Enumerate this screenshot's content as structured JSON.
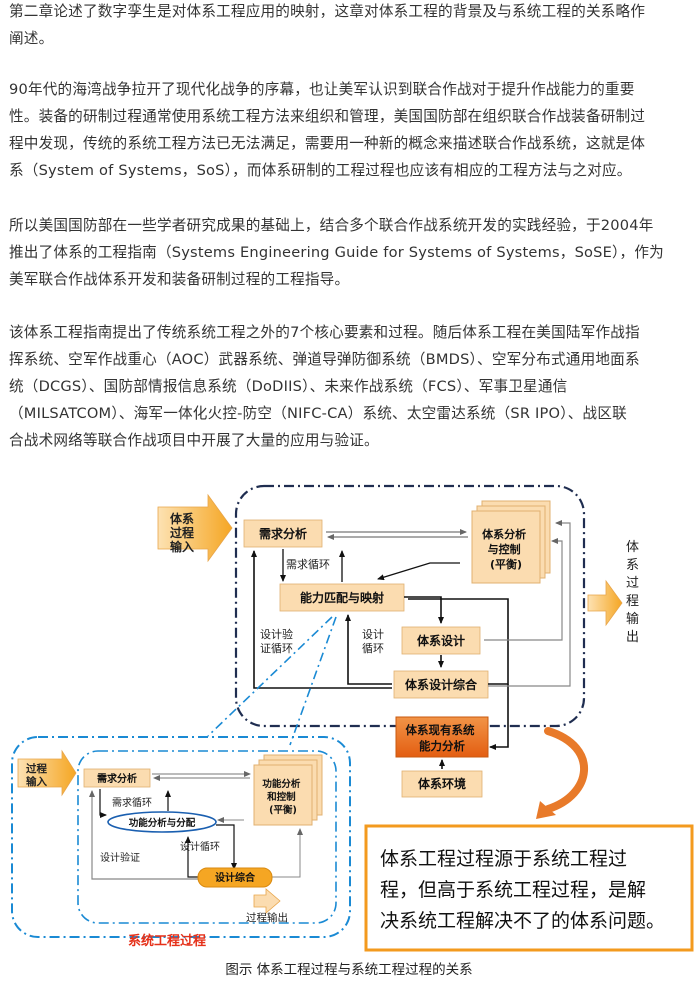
{
  "paragraphs": [
    [
      "第二章论述了数字孪生是对体系工程应用的映射，这章对体系工程的背景及与系统工程的关系略作",
      "阐述。"
    ],
    [
      "90年代的海湾战争拉开了现代化战争的序幕，也让美军认识到联合作战对于提升作战能力的重要",
      "性。装备的研制过程通常使用系统工程方法来组织和管理，美国国防部在组织联合作战装备研制过",
      "程中发现，传统的系统工程方法已无法满足，需要用一种新的概念来描述联合作战系统，这就是体",
      "系（System of Systems，SoS），而体系研制的工程过程也应该有相应的工程方法与之对应。"
    ],
    [
      "所以美国国防部在一些学者研究成果的基础上，结合多个联合作战系统开发的实践经验，于2004年",
      "推出了体系的工程指南（Systems Engineering Guide for Systems of Systems，SoSE），作为",
      "美军联合作战体系开发和装备研制过程的工程指导。"
    ],
    [
      "该体系工程指南提出了传统系统工程之外的7个核心要素和过程。随后体系工程在美国陆军作战指",
      "挥系统、空军作战重心（AOC）武器系统、弹道导弹防御系统（BMDS）、空军分布式通用地面系",
      "统（DCGS）、国防部情报信息系统（DoDIIS）、未来作战系统（FCS）、军事卫星通信",
      "（MILSATCOM）、海军一体化火控-防空（NIFC-CA）系统、太空雷达系统（SR IPO）、战区联",
      "合战术网络等联合作战项目中开展了大量的应用与验证。"
    ]
  ],
  "figure": {
    "sos": {
      "input": [
        "体系",
        "过程",
        "输入"
      ],
      "req_analysis": "需求分析",
      "analysis_control": [
        "体系分析",
        "与控制",
        "(平衡)"
      ],
      "req_loop": "需求循环",
      "capability_match": "能力匹配与映射",
      "design_verify_loop": [
        "设计验",
        "证循环"
      ],
      "design_loop": [
        "设计",
        "循环"
      ],
      "design": "体系设计",
      "design_synthesis": "体系设计综合",
      "existing_capability": [
        "体系现有系统",
        "能力分析"
      ],
      "environment": "体系环境",
      "output": [
        "体",
        "系",
        "过",
        "程",
        "输",
        "出"
      ]
    },
    "se": {
      "input": [
        "过程",
        "输入"
      ],
      "req_analysis": "需求分析",
      "analysis_control": [
        "功能分析",
        "和控制",
        "(平衡)"
      ],
      "req_loop": "需求循环",
      "func_analysis": "功能分析与分配",
      "design_verify": "设计验证",
      "design_loop": "设计循环",
      "design_synthesis": "设计综合",
      "output": "过程输出",
      "label": "系统工程过程"
    },
    "callout": [
      "体系工程过程源于系统工程过",
      "程，但高于系统工程过程，是解",
      "决系统工程解决不了的体系问题。"
    ],
    "colors": {
      "accent_orange": "#f5a623",
      "box_fill": "#fbdcb0",
      "deep_orange": "#e8751a",
      "dashed_navy": "#1f2d50",
      "dashed_blue": "#1a8ad4",
      "callout_border": "#f39a1e",
      "se_label": "#e53019"
    }
  },
  "caption": "图示 体系工程过程与系统工程过程的关系"
}
